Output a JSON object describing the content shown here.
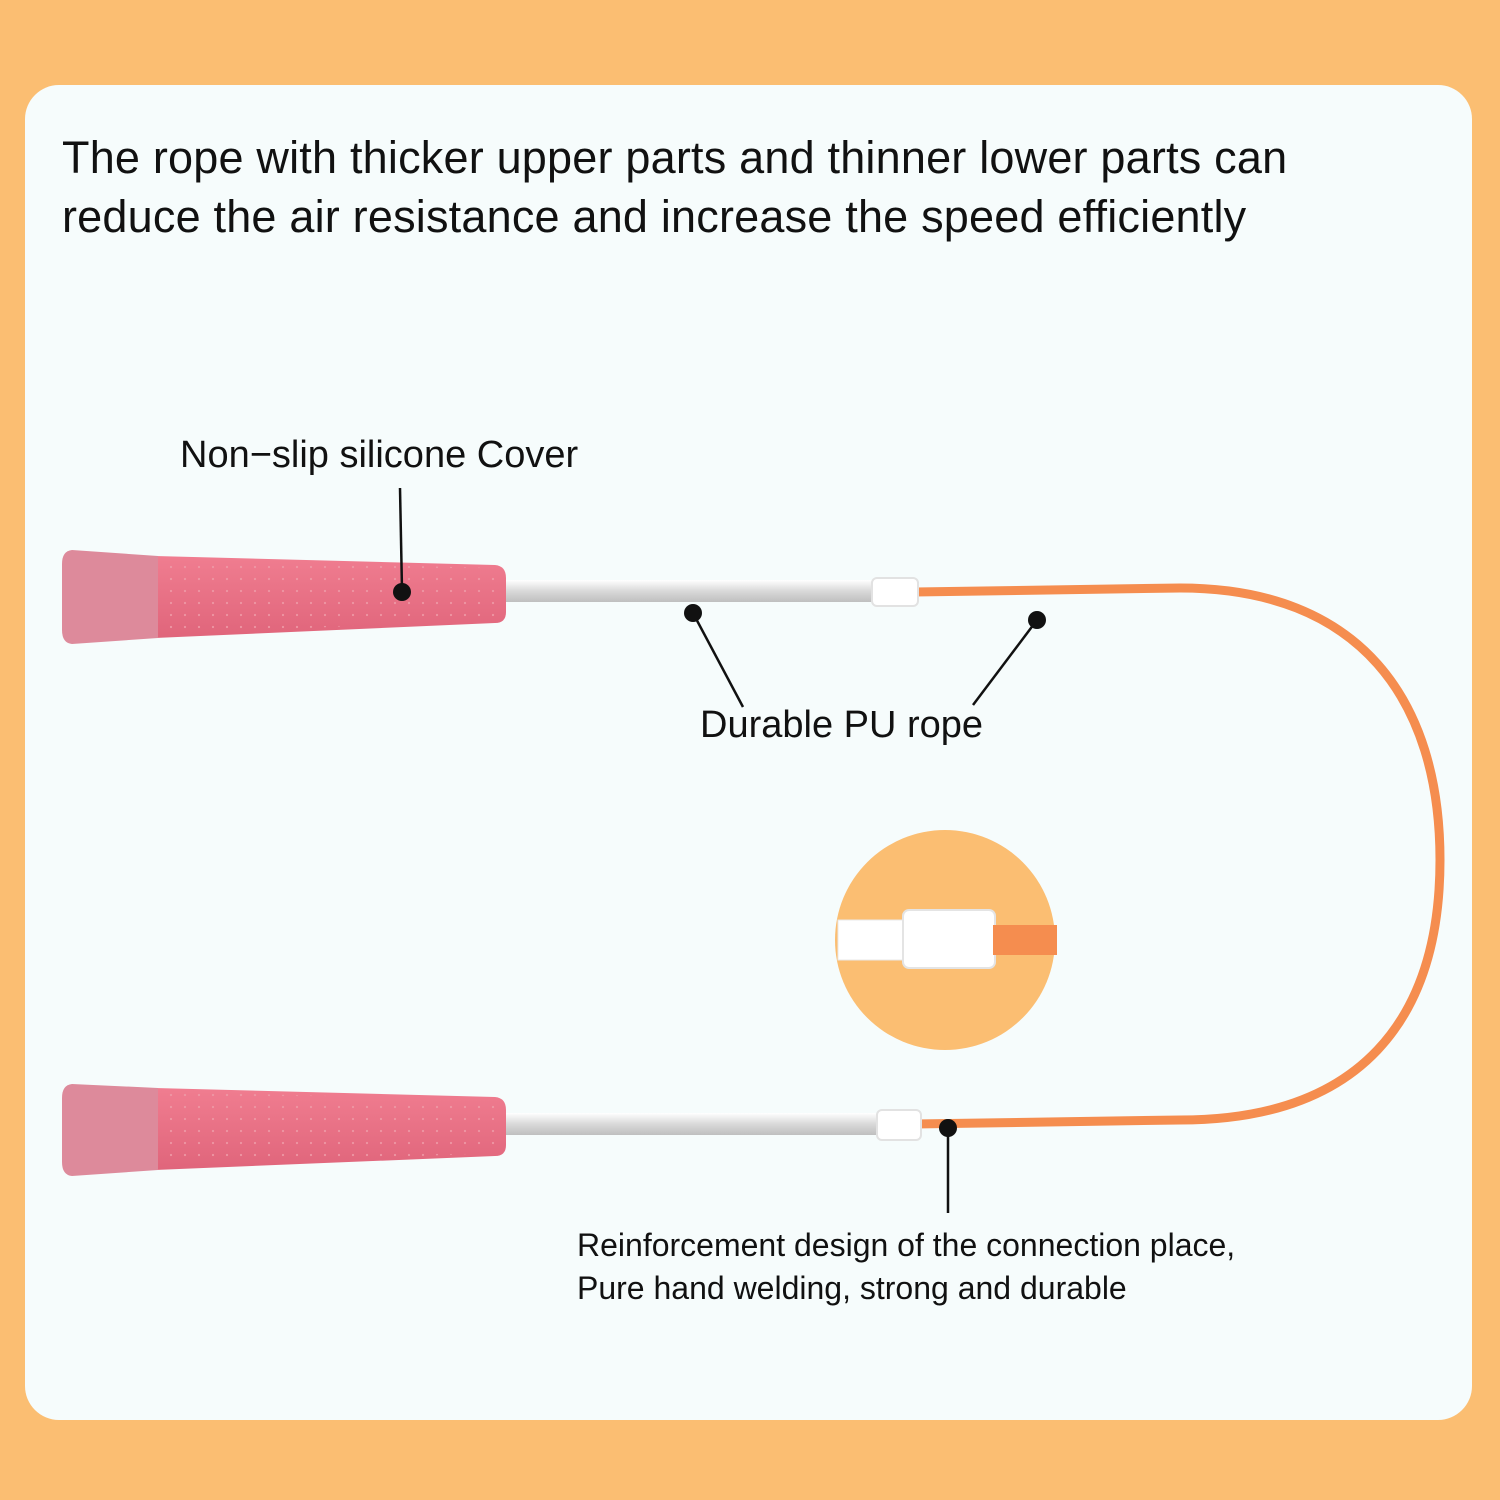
{
  "headline": {
    "line1": "The rope with thicker upper parts and thinner lower parts can",
    "line2": "reduce the air resistance and increase the speed efficiently"
  },
  "callouts": {
    "cover": "Non−slip silicone Cover",
    "rope": "Durable PU rope",
    "reinforcement_line1": "Reinforcement design of the connection place,",
    "reinforcement_line2": "Pure hand welding, strong and durable"
  },
  "colors": {
    "background": "#fbbe72",
    "card": "#f6fcfc",
    "handle_grip": "#e96f84",
    "handle_cap": "#dd8a9b",
    "rope": "#f58d4f",
    "cable": "#e4e4e4"
  }
}
